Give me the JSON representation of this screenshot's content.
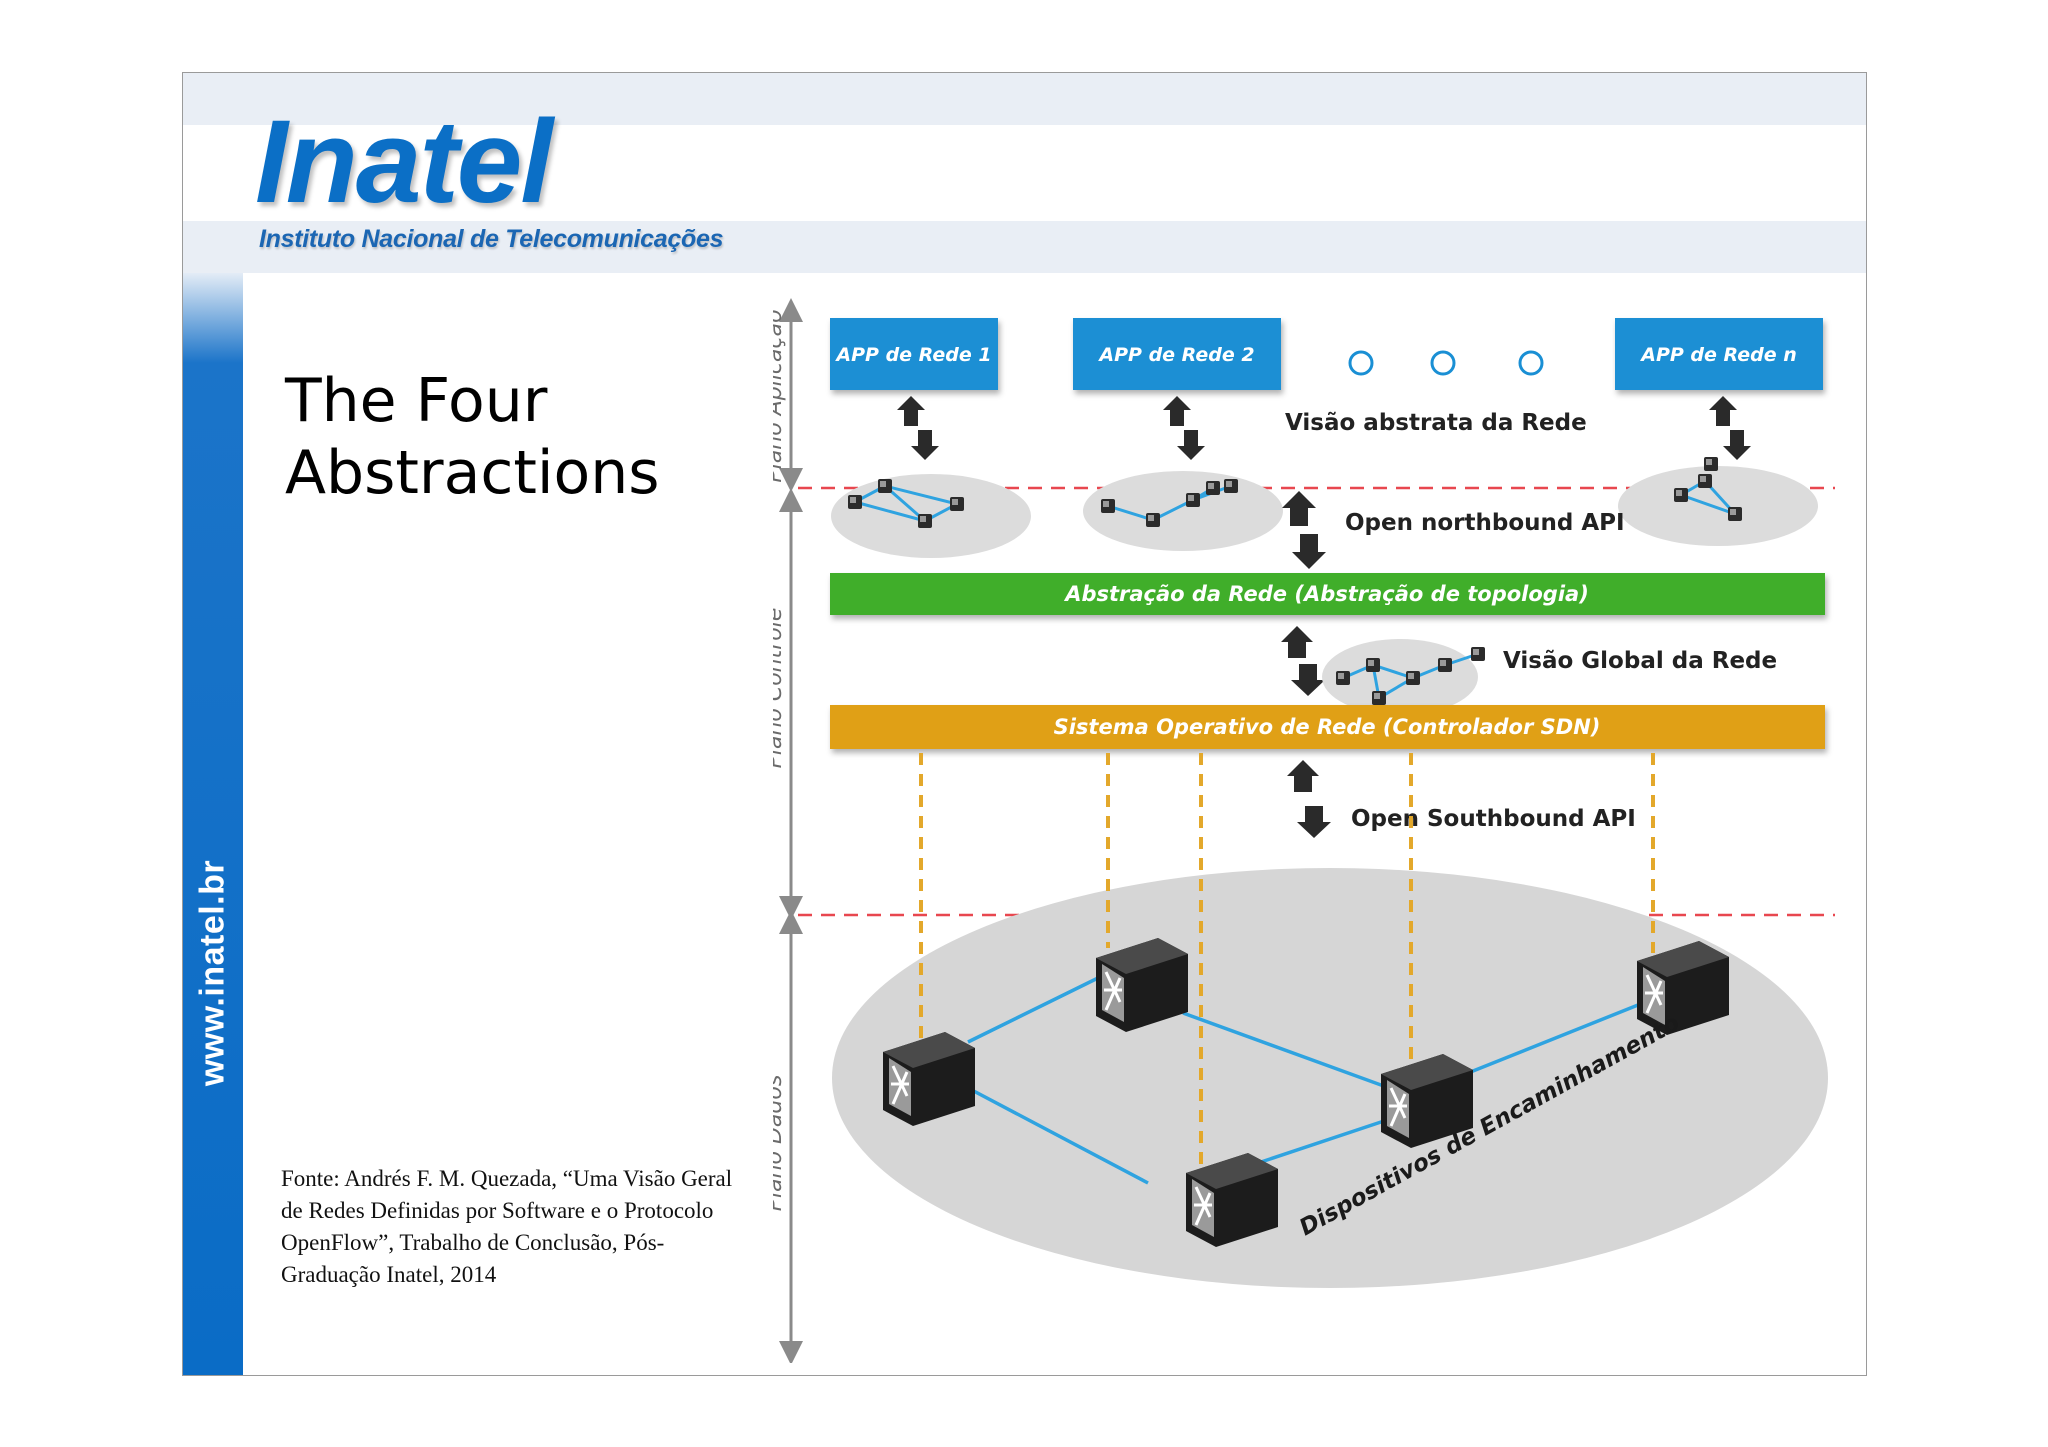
{
  "branding": {
    "logo_text": "Inatel",
    "logo_subtitle": "Instituto Nacional de Telecomunicações",
    "sidebar_url": "www.inatel.br",
    "colors": {
      "brand_blue": "#0b6fc6",
      "sidebar": "#0a6cc6"
    }
  },
  "slide": {
    "title_line1": "The Four",
    "title_line2": "Abstractions",
    "source_caption": "Fonte: Andrés F. M. Quezada, “Uma Visão Geral de Redes Definidas por Software e o Protocolo OpenFlow”, Trabalho de Conclusão, Pós-Graduação Inatel, 2014"
  },
  "diagram": {
    "planes": {
      "application": "Plano Aplicação",
      "control": "Plano Controle",
      "data": "Plano Dados"
    },
    "apps": [
      "APP de Rede 1",
      "APP de Rede 2",
      "APP de Rede n"
    ],
    "labels": {
      "abstract_view": "Visão abstrata da Rede",
      "northbound": "Open northbound API",
      "network_abstraction": "Abstração da Rede (Abstração de topologia)",
      "global_view": "Visão Global da Rede",
      "network_os": "Sistema Operativo de Rede (Controlador SDN)",
      "southbound": "Open Southbound API",
      "forwarding_devices": "Dispositivos de Encaminhamento"
    },
    "colors": {
      "app_box": "#1a8fd4",
      "abstraction_bar": "#3fae2a",
      "os_bar": "#e0a018",
      "divider": "#e8474f",
      "link": "#2fa3e0",
      "dotted": "#e3a82b"
    }
  }
}
